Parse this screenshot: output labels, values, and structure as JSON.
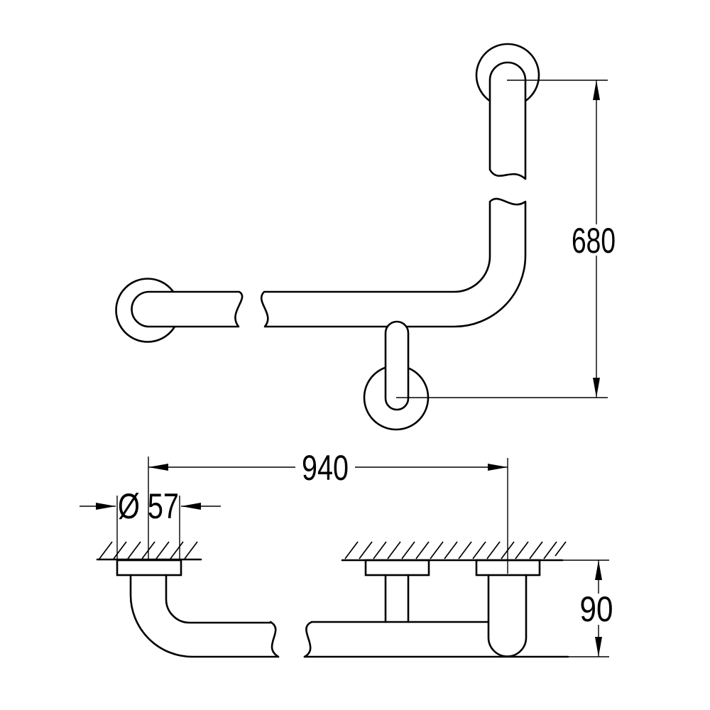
{
  "drawing": {
    "background_color": "#ffffff",
    "line_color": "#000000",
    "dimensions": {
      "height": "680",
      "width": "940",
      "diameter": "Ø 57",
      "depth": "90"
    }
  }
}
